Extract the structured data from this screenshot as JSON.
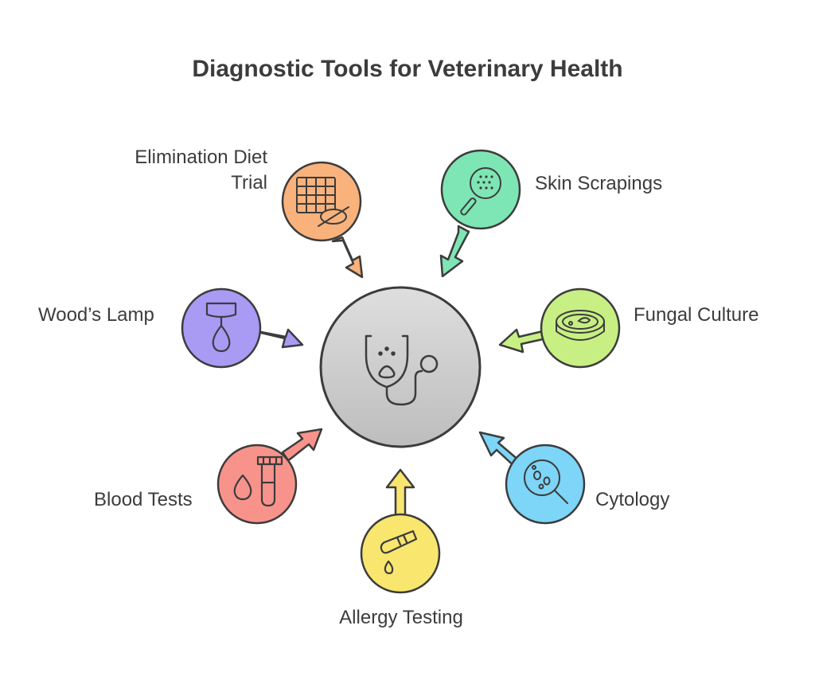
{
  "title": "Diagnostic Tools for Veterinary Health",
  "center": {
    "icon": "stethoscope-paw-icon",
    "color": "#cfcfcf"
  },
  "tools": {
    "elimination_diet": {
      "label": "Elimination Diet Trial",
      "icon": "grid-no-food-icon",
      "color": "#f9b27b"
    },
    "skin_scrapings": {
      "label": "Skin Scrapings",
      "icon": "magnifier-dots-icon",
      "color": "#7ee6b4"
    },
    "woods_lamp": {
      "label": "Wood’s Lamp",
      "icon": "lamp-icon",
      "color": "#a99af4"
    },
    "fungal_culture": {
      "label": "Fungal Culture",
      "icon": "petri-dish-icon",
      "color": "#c7ef84"
    },
    "blood_tests": {
      "label": "Blood Tests",
      "icon": "blood-tube-icon",
      "color": "#f8938c"
    },
    "cytology": {
      "label": "Cytology",
      "icon": "microscope-cells-icon",
      "color": "#7dd5f8"
    },
    "allergy_testing": {
      "label": "Allergy Testing",
      "icon": "test-tube-drop-icon",
      "color": "#f8e66f"
    }
  }
}
